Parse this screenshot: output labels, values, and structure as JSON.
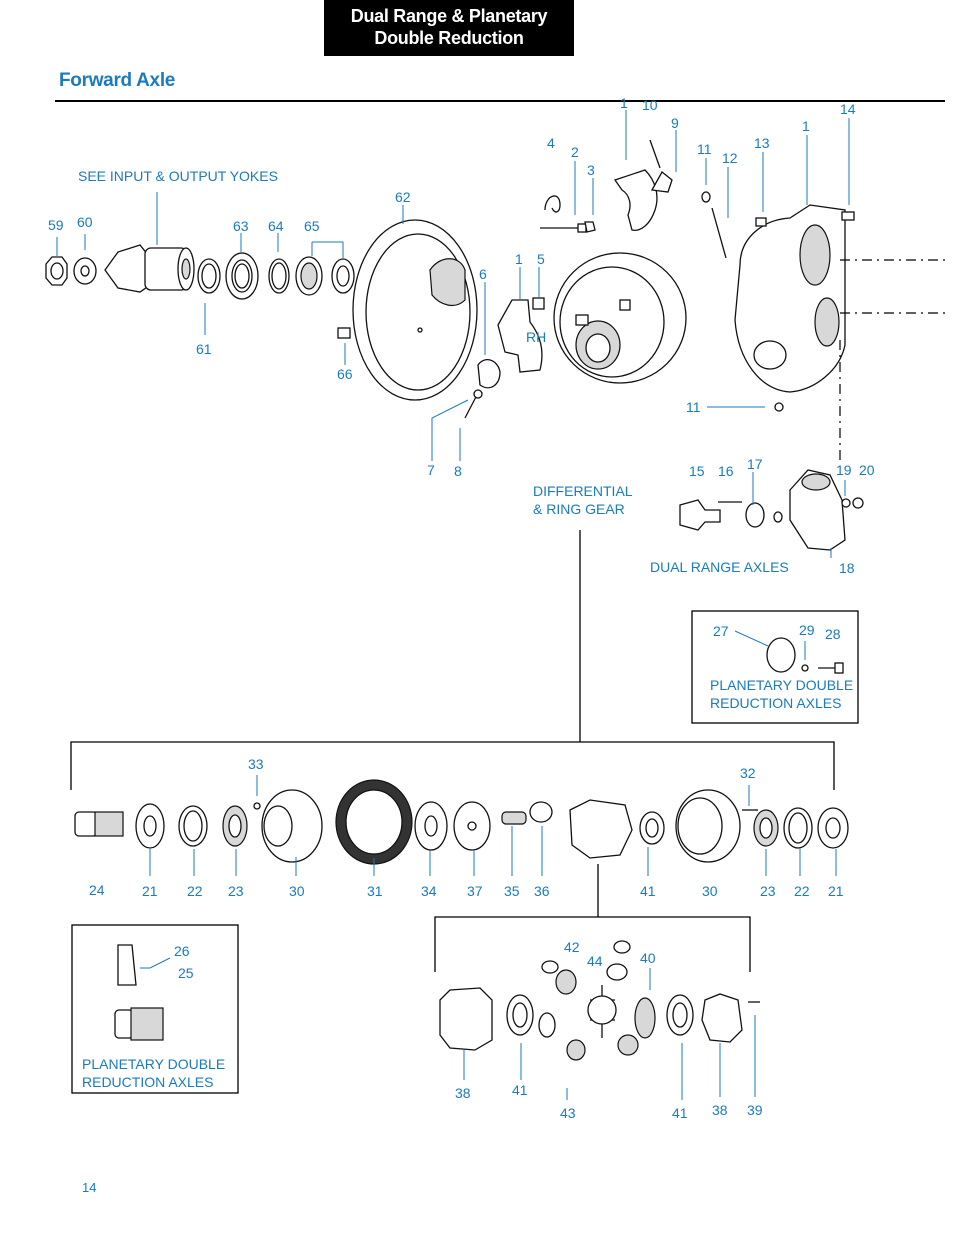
{
  "header": {
    "line1": "Dual Range & Planetary",
    "line2": "Double  Reduction"
  },
  "section_title": "Forward Axle",
  "page_number": "14",
  "captions": {
    "yokes": "SEE INPUT & OUTPUT YOKES",
    "diff_line1": "DIFFERENTIAL",
    "diff_line2": "& RING GEAR",
    "dual_range": "DUAL RANGE AXLES",
    "pdr_right_line1": "PLANETARY DOUBLE",
    "pdr_right_line2": "REDUCTION AXLES",
    "pdr_left_line1": "PLANETARY DOUBLE",
    "pdr_left_line2": "REDUCTION AXLES",
    "rh": "RH"
  },
  "callouts": {
    "c1a": "1",
    "c10": "10",
    "c9": "9",
    "c14": "14",
    "c4": "4",
    "c2": "2",
    "c3": "3",
    "c11a": "11",
    "c12": "12",
    "c13": "13",
    "c1b": "1",
    "c62": "62",
    "c59": "59",
    "c60": "60",
    "c63": "63",
    "c64": "64",
    "c65": "65",
    "c6": "6",
    "c1c": "1",
    "c5": "5",
    "c61": "61",
    "c66": "66",
    "c11b": "11",
    "c7": "7",
    "c8": "8",
    "c15": "15",
    "c16": "16",
    "c17": "17",
    "c19": "19",
    "c20": "20",
    "c18": "18",
    "c27": "27",
    "c29": "29",
    "c28": "28",
    "c33": "33",
    "c32": "32",
    "c24": "24",
    "c21a": "21",
    "c22a": "22",
    "c23a": "23",
    "c30a": "30",
    "c31": "31",
    "c34": "34",
    "c37": "37",
    "c35": "35",
    "c36": "36",
    "c41a": "41",
    "c30b": "30",
    "c23b": "23",
    "c22b": "22",
    "c21b": "21",
    "c26": "26",
    "c25": "25",
    "c42": "42",
    "c44": "44",
    "c40": "40",
    "c38a": "38",
    "c41b": "41",
    "c43": "43",
    "c41c": "41",
    "c38b": "38",
    "c39": "39"
  }
}
